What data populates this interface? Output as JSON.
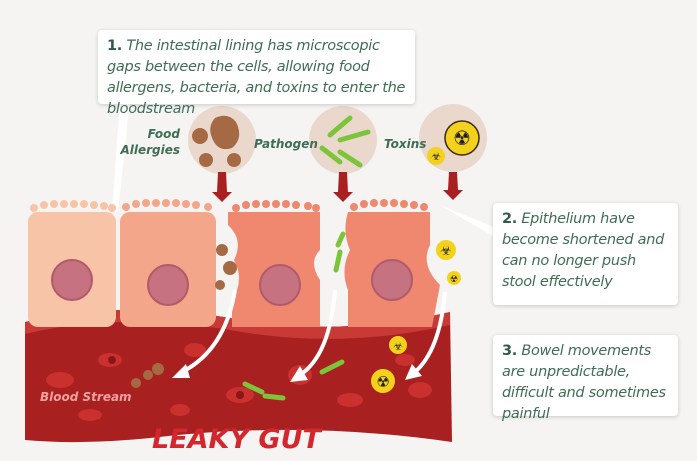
{
  "callouts": [
    {
      "number": "1.",
      "text": "The intestinal lining has microscopic gaps between the cells, allowing food allergens, bacteria, and toxins to enter the bloodstream"
    },
    {
      "number": "2.",
      "text": "Epithelium have become shortened and can no longer push stool effectively"
    },
    {
      "number": "3.",
      "text": "Bowel movements are unpredictable, difficult and sometimes painful"
    }
  ],
  "labels": {
    "food": "Food Allergies",
    "pathogen": "Pathogen",
    "toxins": "Toxins",
    "blood_stream": "Blood Stream"
  },
  "title": "LEAKY GUT",
  "colors": {
    "text_green": "#3f6d55",
    "title_red": "#d3262d",
    "blood": "#a8201f",
    "cell": "#f08870"
  }
}
